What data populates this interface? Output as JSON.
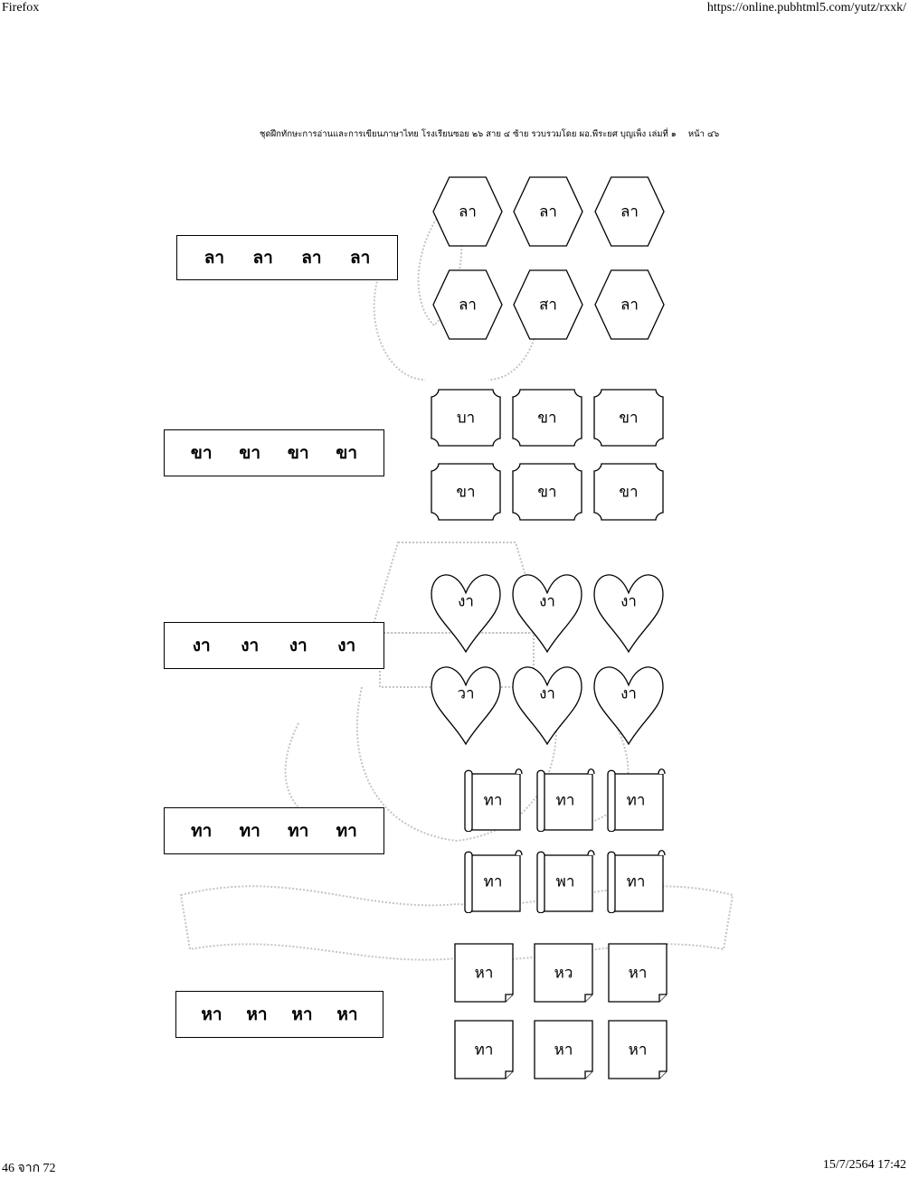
{
  "browser": {
    "name": "Firefox",
    "url": "https://online.pubhtml5.com/yutz/rxxk/"
  },
  "footer": {
    "page_counter": "46 จาก 72",
    "print_time": "15/7/2564 17:42"
  },
  "document": {
    "header": "ชุดฝึกทักษะการอ่านและการเขียนภาษาไทย  โรงเรียนซอย ๒๖ สาย ๔ ซ้าย รวบรวมโดย  ผอ.พีระยศ  บุญเพ็ง  เล่มที่ ๑",
    "page_label": "หน้า ๔๖"
  },
  "exercise_rows": [
    {
      "prompt": [
        "ลา",
        "ลา",
        "ลา",
        "ลา"
      ],
      "shape": "hexagon",
      "tiles": [
        "ลา",
        "ลา",
        "ลา",
        "ลา",
        "สา",
        "ลา"
      ]
    },
    {
      "prompt": [
        "ขา",
        "ขา",
        "ขา",
        "ขา"
      ],
      "shape": "notched",
      "tiles": [
        "บา",
        "ขา",
        "ขา",
        "ขา",
        "ขา",
        "ขา"
      ]
    },
    {
      "prompt": [
        "งา",
        "งา",
        "งา",
        "งา"
      ],
      "shape": "heart",
      "tiles": [
        "งา",
        "งา",
        "งา",
        "วา",
        "งา",
        "งา"
      ]
    },
    {
      "prompt": [
        "ทา",
        "ทา",
        "ทา",
        "ทา"
      ],
      "shape": "scroll",
      "tiles": [
        "ทา",
        "ทา",
        "ทา",
        "ทา",
        "พา",
        "ทา"
      ]
    },
    {
      "prompt": [
        "หา",
        "หา",
        "หา",
        "หา"
      ],
      "shape": "note",
      "tiles": [
        "หา",
        "หว",
        "หา",
        "ทา",
        "หา",
        "หา"
      ]
    }
  ]
}
